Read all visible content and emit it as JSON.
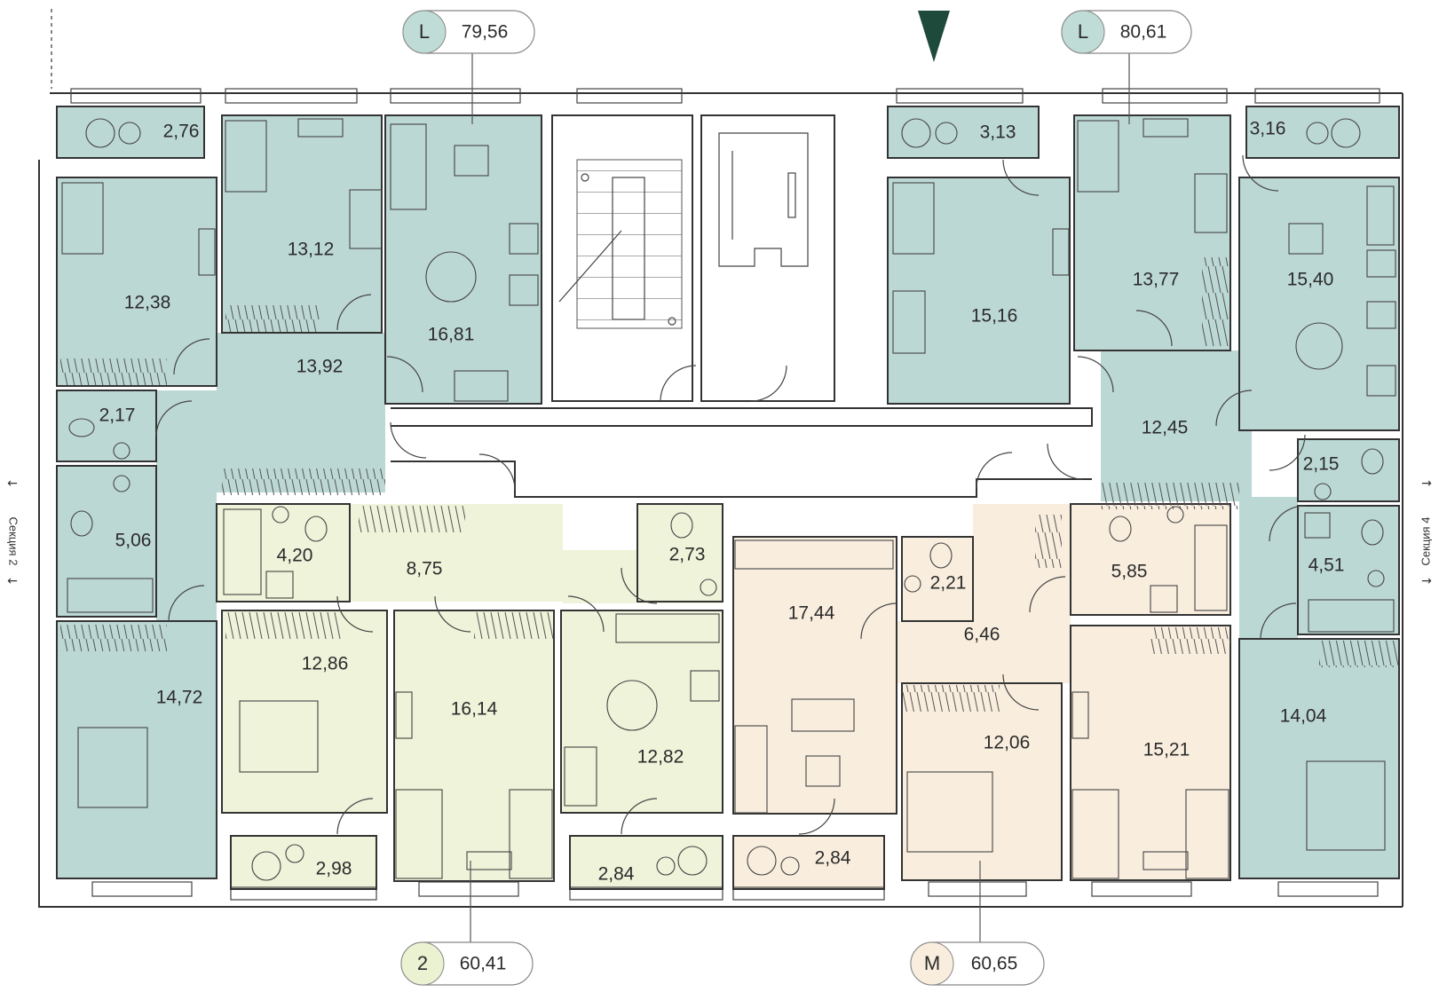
{
  "colors": {
    "teal": "#bcd8d5",
    "lime": "#eef3d9",
    "peach": "#f9eede",
    "wall": "#333333",
    "entrance_marker": "#1e4a3b",
    "badge_teal": "#bfdcd7",
    "badge_lime": "#eaf2d2",
    "badge_peach": "#f9eede"
  },
  "icons": [
    "entrance-triangle-icon",
    "bathtub-icon",
    "toilet-icon",
    "sink-icon",
    "washer-icon",
    "bed-icon",
    "desk-icon",
    "sofa-icon",
    "dining-table-icon",
    "stove-icon",
    "wardrobe-hatch-icon",
    "staircase-icon",
    "elevator-icon"
  ],
  "side_labels": {
    "left": "Секция 2",
    "right": "Секция 4"
  },
  "apartments": [
    {
      "id": "apt-l-left",
      "code": "L",
      "area": "79,56",
      "color": "teal",
      "rooms": [
        "2,76",
        "12,38",
        "13,12",
        "16,81",
        "13,92",
        "2,17",
        "5,06",
        "14,72"
      ]
    },
    {
      "id": "apt-l-right",
      "code": "L",
      "area": "80,61",
      "color": "teal",
      "rooms": [
        "3,13",
        "15,16",
        "13,77",
        "3,16",
        "15,40",
        "12,45",
        "2,15",
        "4,51",
        "14,04"
      ]
    },
    {
      "id": "apt-2",
      "code": "2",
      "area": "60,41",
      "color": "lime",
      "rooms": [
        "4,20",
        "8,75",
        "2,73",
        "12,86",
        "16,14",
        "12,82",
        "2,98",
        "2,84"
      ]
    },
    {
      "id": "apt-m",
      "code": "M",
      "area": "60,65",
      "color": "peach",
      "rooms": [
        "17,44",
        "2,21",
        "6,46",
        "5,85",
        "12,06",
        "15,21",
        "2,84"
      ]
    }
  ]
}
